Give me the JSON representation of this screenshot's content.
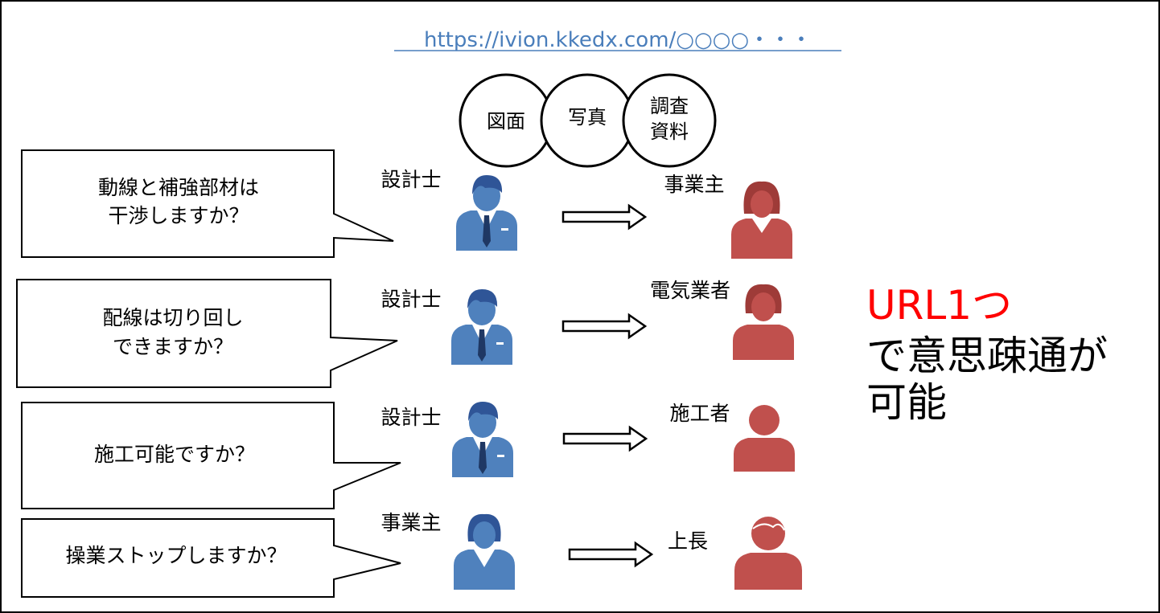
{
  "url": "https://ivion.kkedx.com/○○○○・・・",
  "circles": [
    "図面",
    "写真",
    "調査",
    "資料"
  ],
  "rows": [
    {
      "bubble_lines": [
        "動線と補強部材は",
        "干渉しますか？"
      ],
      "sender": "設計士",
      "receiver": "事業主"
    },
    {
      "bubble_lines": [
        "配線は切り回し",
        "できますか？"
      ],
      "sender": "設計士",
      "receiver": "電気業者"
    },
    {
      "bubble_lines": [
        "施工可能ですか？"
      ],
      "sender": "設計士",
      "receiver": "施工者"
    },
    {
      "bubble_lines": [
        "操業ストップしますか？"
      ],
      "sender": "事業主",
      "receiver": "上長"
    }
  ],
  "message": {
    "highlight": "URL1つ",
    "line2": "で意思疎通が",
    "line3": "可能"
  },
  "colors": {
    "link": "#4A7EBB",
    "sender": "#4F81BD",
    "receiver": "#C0504D",
    "highlight": "#FF0000"
  }
}
